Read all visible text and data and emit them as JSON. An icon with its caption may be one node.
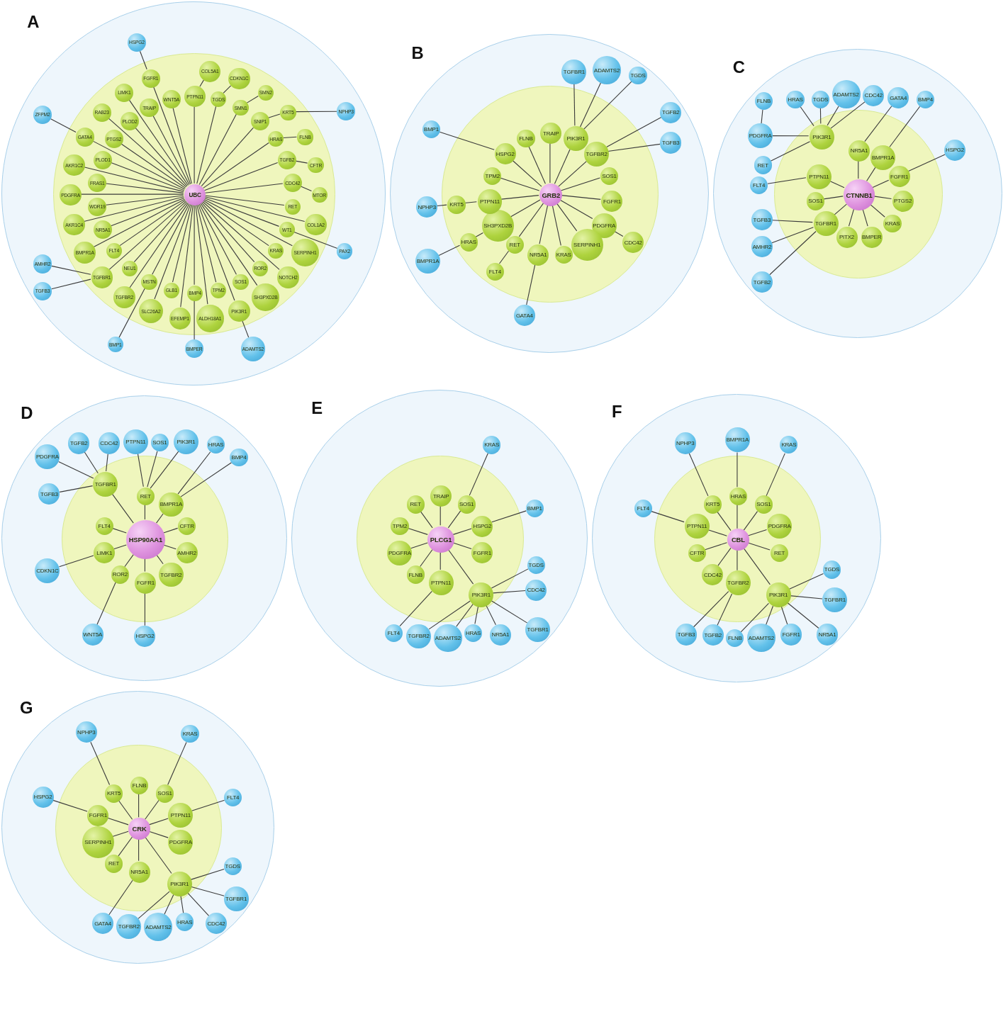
{
  "diagram": {
    "nodes": [
      {
        "text": [
          "A"
        ]
      },
      {
        "text": [],
        "shape": "circle",
        "in": 0
      },
      {
        "text": [
          "UBC"
        ],
        "in": 1
      },
      {
        "text": [
          "COL5A1"
        ],
        "in": 1
      },
      {
        "text": [
          "RET"
        ],
        "in": 1
      },
      {
        "text": [
          "TGFBR1"
        ],
        "in": 1
      },
      {
        "text": [
          "KRAS"
        ],
        "in": 1
      },
      {
        "text": [
          "CDKN1C"
        ],
        "in": 1
      },
      {
        "text": [
          "ROR2"
        ],
        "in": 1
      },
      {
        "text": [
          "NR5A1"
        ],
        "in": 1
      },
      {
        "text": [
          "PTPN11"
        ],
        "in": 1
      },
      {
        "text": [
          "AKR1C4"
        ],
        "in": 1
      },
      {
        "text": [
          "TGDS"
        ],
        "in": 1
      },
      {
        "text": [
          "SOS1"
        ],
        "in": 1
      },
      {
        "text": [
          "AKR1C2"
        ],
        "in": 1
      },
      {
        "text": [
          "WT1"
        ],
        "in": 1
      },
      {
        "text": [
          "PDGFRA"
        ],
        "in": 1
      },
      {
        "text": [
          "SERPINH1"
        ],
        "in": 1
      },
      {
        "text": [
          "TPM2"
        ],
        "in": 1
      },
      {
        "text": [
          "WDR19"
        ],
        "in": 1
      },
      {
        "text": [
          "FRAS1"
        ],
        "in": 1
      },
      {
        "text": [
          "SH3PXD2B"
        ],
        "in": 1
      },
      {
        "text": [
          "BMPR1A"
        ],
        "in": 1
      },
      {
        "text": [
          "SMN1"
        ],
        "in": 1
      },
      {
        "text": [
          "SMN2"
        ],
        "in": 1
      },
      {
        "text": [
          "BMP4"
        ],
        "in": 1
      },
      {
        "text": [
          "KRT5"
        ],
        "in": 1
      },
      {
        "text": [
          "SNIP1"
        ],
        "in": 1
      },
      {
        "text": [
          "TGFBR2"
        ],
        "in": 1
      },
      {
        "text": [
          "HRAS"
        ],
        "in": 1
      },
      {
        "text": [
          "FLNB"
        ],
        "in": 1
      },
      {
        "text": [
          "PLOD1"
        ],
        "in": 1
      },
      {
        "text": [
          "PTGS2"
        ],
        "in": 1
      },
      {
        "text": [
          "PLOD2"
        ],
        "in": 1
      },
      {
        "text": [
          "SLC26A2"
        ],
        "in": 1
      },
      {
        "text": [
          "GLB1"
        ],
        "in": 1
      },
      {
        "text": [
          "ALDH18A1"
        ],
        "in": 1
      },
      {
        "text": [
          "EFEMP1"
        ],
        "in": 1
      },
      {
        "text": [
          "TGFB2"
        ],
        "in": 1
      },
      {
        "text": [
          "TRAIP"
        ],
        "in": 1
      },
      {
        "text": [
          "PIK3R1"
        ],
        "in": 1
      },
      {
        "text": [
          "CDC42"
        ],
        "in": 1
      },
      {
        "text": [
          "WNT5A"
        ],
        "in": 1
      },
      {
        "text": [
          "NOTCH2"
        ],
        "in": 1
      },
      {
        "text": [
          "MTOR"
        ],
        "in": 1
      },
      {
        "text": [
          "CFTR"
        ],
        "in": 1
      },
      {
        "text": [
          "FGFR1"
        ],
        "in": 1
      },
      {
        "text": [
          "LIMK1"
        ],
        "in": 1
      },
      {
        "text": [
          "COL1A2"
        ],
        "in": 1
      },
      {
        "text": [
          "MSTN"
        ],
        "in": 1
      },
      {
        "text": [
          "RAB23"
        ],
        "in": 1
      },
      {
        "text": [
          "GATA4"
        ],
        "in": 1
      },
      {
        "text": [
          "NEU1"
        ],
        "in": 1
      },
      {
        "text": [
          "FLT4"
        ],
        "in": 1
      },
      {
        "text": [
          "TGFB3"
        ],
        "in": 0
      },
      {
        "text": [
          "AMHR2"
        ],
        "in": 0
      },
      {
        "text": [
          "PAX2"
        ],
        "in": 0
      },
      {
        "text": [
          "BMPER"
        ],
        "in": 0
      },
      {
        "text": [
          "NPHP3"
        ],
        "in": 0
      },
      {
        "text": [
          "ADAMTS2"
        ],
        "in": 0
      },
      {
        "text": [
          "HSPG2"
        ],
        "in": 0
      },
      {
        "text": [
          "BMP1"
        ],
        "in": 0
      },
      {
        "text": [
          "ZFPM2"
        ],
        "in": 0
      },
      {
        "text": [
          "B"
        ]
      },
      {
        "text": [],
        "shape": "circle",
        "in": 63
      },
      {
        "text": [
          "GRB2"
        ],
        "in": 64
      },
      {
        "text": [
          "TRAIP"
        ],
        "in": 64
      },
      {
        "text": [
          "PIK3R1"
        ],
        "in": 64
      },
      {
        "text": [
          "TGFBR2"
        ],
        "in": 64
      },
      {
        "text": [
          "SOS1"
        ],
        "in": 64
      },
      {
        "text": [
          "FGFR1"
        ],
        "in": 64
      },
      {
        "text": [
          "CDC42"
        ],
        "in": 64
      },
      {
        "text": [
          "PDGFRA"
        ],
        "in": 64
      },
      {
        "text": [
          "SERPINH1"
        ],
        "in": 64
      },
      {
        "text": [
          "KRAS"
        ],
        "in": 64
      },
      {
        "text": [
          "NR5A1"
        ],
        "in": 64
      },
      {
        "text": [
          "FLT4"
        ],
        "in": 64
      },
      {
        "text": [
          "RET"
        ],
        "in": 64
      },
      {
        "text": [
          "SH3PXD2B"
        ],
        "in": 64
      },
      {
        "text": [
          "HRAS"
        ],
        "in": 64
      },
      {
        "text": [
          "PTPN11"
        ],
        "in": 64
      },
      {
        "text": [
          "TPM2"
        ],
        "in": 64
      },
      {
        "text": [
          "HSPG2"
        ],
        "in": 64
      },
      {
        "text": [
          "FLNB"
        ],
        "in": 64
      },
      {
        "text": [
          "KRT5"
        ],
        "in": 64
      },
      {
        "text": [
          "TGFBR1"
        ],
        "in": 63
      },
      {
        "text": [
          "ADAMTS2"
        ],
        "in": 63
      },
      {
        "text": [
          "TGDS"
        ],
        "in": 63
      },
      {
        "text": [
          "TGFB2"
        ],
        "in": 63
      },
      {
        "text": [
          "TGFB3"
        ],
        "in": 63
      },
      {
        "text": [
          "GATA4"
        ],
        "in": 63
      },
      {
        "text": [
          "BMPR1A"
        ],
        "in": 63
      },
      {
        "text": [
          "BMP1"
        ],
        "in": 63
      },
      {
        "text": [
          "NPHP3"
        ],
        "in": 63
      },
      {
        "text": [
          "C"
        ]
      },
      {
        "text": [],
        "shape": "circle",
        "in": 94
      },
      {
        "text": [
          "CTNNB1"
        ],
        "in": 95
      },
      {
        "text": [
          "NR5A1"
        ],
        "in": 95
      },
      {
        "text": [
          "BMPR1A"
        ],
        "in": 95
      },
      {
        "text": [
          "FGFR1"
        ],
        "in": 95
      },
      {
        "text": [
          "PTGS2"
        ],
        "in": 95
      },
      {
        "text": [
          "KRAS"
        ],
        "in": 95
      },
      {
        "text": [
          "PIK3R1"
        ],
        "in": 95
      },
      {
        "text": [
          "BMPER"
        ],
        "in": 95
      },
      {
        "text": [
          "PITX2"
        ],
        "in": 95
      },
      {
        "text": [
          "TGFBR1"
        ],
        "in": 95
      },
      {
        "text": [
          "SOS1"
        ],
        "in": 95
      },
      {
        "text": [
          "PTPN11"
        ],
        "in": 95
      },
      {
        "text": [
          "RET"
        ],
        "in": 94
      },
      {
        "text": [
          "GATA4"
        ],
        "in": 94
      },
      {
        "text": [
          "BMP4"
        ],
        "in": 94
      },
      {
        "text": [
          "HSPG2"
        ],
        "in": 94
      },
      {
        "text": [
          "FLNB"
        ],
        "in": 94
      },
      {
        "text": [
          "PDGFRA"
        ],
        "in": 94
      },
      {
        "text": [
          "HRAS"
        ],
        "in": 94
      },
      {
        "text": [
          "TGDS"
        ],
        "in": 94
      },
      {
        "text": [
          "TGFB2"
        ],
        "in": 94
      },
      {
        "text": [
          "ADAMTS2"
        ],
        "in": 94
      },
      {
        "text": [
          "AMHR2"
        ],
        "in": 94
      },
      {
        "text": [
          "CDC42"
        ],
        "in": 94
      },
      {
        "text": [
          "TGFB3"
        ],
        "in": 94
      },
      {
        "text": [
          "FLT4"
        ],
        "in": 94
      },
      {
        "text": [
          "D"
        ]
      },
      {
        "text": [],
        "shape": "circle",
        "in": 122
      },
      {
        "text": [
          "HSP90AA1"
        ],
        "in": 123
      },
      {
        "text": [
          "RET"
        ],
        "in": 123
      },
      {
        "text": [
          "BMPR1A"
        ],
        "in": 123
      },
      {
        "text": [
          "CFTR"
        ],
        "in": 123
      },
      {
        "text": [
          "AMHR2"
        ],
        "in": 123
      },
      {
        "text": [
          "TGFBR2"
        ],
        "in": 123
      },
      {
        "text": [
          "FGFR1"
        ],
        "in": 123
      },
      {
        "text": [
          "ROR2"
        ],
        "in": 123
      },
      {
        "text": [
          "LIMK1"
        ],
        "in": 123
      },
      {
        "text": [
          "FLT4"
        ],
        "in": 123
      },
      {
        "text": [
          "TGFBR1"
        ],
        "in": 123
      },
      {
        "text": [
          "HRAS"
        ],
        "in": 122
      },
      {
        "text": [
          "BMP4"
        ],
        "in": 122
      },
      {
        "text": [
          "PTPN11"
        ],
        "in": 122
      },
      {
        "text": [
          "SOS1"
        ],
        "in": 122
      },
      {
        "text": [
          "PIK3R1"
        ],
        "in": 122
      },
      {
        "text": [
          "HSPG2"
        ],
        "in": 122
      },
      {
        "text": [
          "WNT5A"
        ],
        "in": 122
      },
      {
        "text": [
          "CDKN1C"
        ],
        "in": 122
      },
      {
        "text": [
          "TGFB3"
        ],
        "in": 122
      },
      {
        "text": [
          "PDGFRA"
        ],
        "in": 122
      },
      {
        "text": [
          "TGFB2"
        ],
        "in": 122
      },
      {
        "text": [
          "CDC42"
        ],
        "in": 122
      },
      {
        "text": [
          "E"
        ]
      },
      {
        "text": [],
        "shape": "circle",
        "in": 147
      },
      {
        "text": [
          "PLCG1"
        ],
        "in": 148
      },
      {
        "text": [
          "TRAIP"
        ],
        "in": 148
      },
      {
        "text": [
          "SOS1"
        ],
        "in": 148
      },
      {
        "text": [
          "HSPG2"
        ],
        "in": 148
      },
      {
        "text": [
          "FGFR1"
        ],
        "in": 148
      },
      {
        "text": [
          "PIK3R1"
        ],
        "in": 148
      },
      {
        "text": [
          "PTPN11"
        ],
        "in": 148
      },
      {
        "text": [
          "FLNB"
        ],
        "in": 148
      },
      {
        "text": [
          "PDGFRA"
        ],
        "in": 148
      },
      {
        "text": [
          "TPM2"
        ],
        "in": 148
      },
      {
        "text": [
          "RET"
        ],
        "in": 148
      },
      {
        "text": [
          "TGDS"
        ],
        "in": 147
      },
      {
        "text": [
          "KRAS"
        ],
        "in": 147
      },
      {
        "text": [
          "BMP1"
        ],
        "in": 147
      },
      {
        "text": [
          "CDC42"
        ],
        "in": 147
      },
      {
        "text": [
          "TGFBR1"
        ],
        "in": 147
      },
      {
        "text": [
          "NR5A1"
        ],
        "in": 147
      },
      {
        "text": [
          "FLT4"
        ],
        "in": 147
      },
      {
        "text": [
          "HRAS"
        ],
        "in": 147
      },
      {
        "text": [
          "ADAMTS2"
        ],
        "in": 147
      },
      {
        "text": [
          "TGFBR2"
        ],
        "in": 147
      },
      {
        "text": [
          "F"
        ]
      },
      {
        "text": [],
        "shape": "circle",
        "in": 170
      },
      {
        "text": [
          "CBL"
        ],
        "in": 171
      },
      {
        "text": [
          "HRAS"
        ],
        "in": 171
      },
      {
        "text": [
          "SOS1"
        ],
        "in": 171
      },
      {
        "text": [
          "PDGFRA"
        ],
        "in": 171
      },
      {
        "text": [
          "RET"
        ],
        "in": 171
      },
      {
        "text": [
          "PIK3R1"
        ],
        "in": 171
      },
      {
        "text": [
          "TGFBR2"
        ],
        "in": 171
      },
      {
        "text": [
          "CDC42"
        ],
        "in": 171
      },
      {
        "text": [
          "CFTR"
        ],
        "in": 171
      },
      {
        "text": [
          "PTPN11"
        ],
        "in": 171
      },
      {
        "text": [
          "KRT5"
        ],
        "in": 171
      },
      {
        "text": [
          "BMPR1A"
        ],
        "in": 170
      },
      {
        "text": [
          "TGDS"
        ],
        "in": 170
      },
      {
        "text": [
          "KRAS"
        ],
        "in": 170
      },
      {
        "text": [
          "TGFBR1"
        ],
        "in": 170
      },
      {
        "text": [
          "TGFB2"
        ],
        "in": 170
      },
      {
        "text": [
          "NR5A1"
        ],
        "in": 170
      },
      {
        "text": [
          "FGFR1"
        ],
        "in": 170
      },
      {
        "text": [
          "TGFB3"
        ],
        "in": 170
      },
      {
        "text": [
          "ADAMTS2"
        ],
        "in": 170
      },
      {
        "text": [
          "FLT4"
        ],
        "in": 170
      },
      {
        "text": [
          "FLNB"
        ],
        "in": 170
      },
      {
        "text": [
          "NPHP3"
        ],
        "in": 170
      },
      {
        "text": [
          "G"
        ]
      },
      {
        "text": [],
        "shape": "circle",
        "in": 195
      },
      {
        "text": [
          "CRK"
        ],
        "in": 196
      },
      {
        "text": [
          "FLNB"
        ],
        "in": 196
      },
      {
        "text": [
          "SOS1"
        ],
        "in": 196
      },
      {
        "text": [
          "PTPN11"
        ],
        "in": 196
      },
      {
        "text": [
          "PDGFRA"
        ],
        "in": 196
      },
      {
        "text": [
          "PIK3R1"
        ],
        "in": 196
      },
      {
        "text": [
          "NR5A1"
        ],
        "in": 196
      },
      {
        "text": [
          "RET"
        ],
        "in": 196
      },
      {
        "text": [
          "SERPINH1"
        ],
        "in": 196
      },
      {
        "text": [
          "FGFR1"
        ],
        "in": 196
      },
      {
        "text": [
          "KRT5"
        ],
        "in": 196
      },
      {
        "text": [
          "KRAS"
        ],
        "in": 195
      },
      {
        "text": [
          "FLT4"
        ],
        "in": 195
      },
      {
        "text": [
          "TGDS"
        ],
        "in": 195
      },
      {
        "text": [
          "TGFBR1"
        ],
        "in": 195
      },
      {
        "text": [
          "CDC42"
        ],
        "in": 195
      },
      {
        "text": [
          "GATA4"
        ],
        "in": 195
      },
      {
        "text": [
          "HRAS"
        ],
        "in": 195
      },
      {
        "text": [
          "ADAMTS2"
        ],
        "in": 195
      },
      {
        "text": [
          "NPHP3"
        ],
        "in": 195
      },
      {
        "text": [
          "TGFBR2"
        ],
        "in": 195
      },
      {
        "text": [
          "HSPG2"
        ],
        "in": 195
      }
    ],
    "edges": [
      {
        "from": 2,
        "to": 4,
        "arrow": "none"
      },
      {
        "from": 2,
        "to": 5,
        "arrow": "none"
      },
      {
        "from": 2,
        "to": 6,
        "arrow": "none"
      },
      {
        "from": 2,
        "to": 8,
        "arrow": "none"
      },
      {
        "from": 2,
        "to": 9,
        "arrow": "none"
      },
      {
        "from": 2,
        "to": 10,
        "arrow": "none"
      },
      {
        "from": 2,
        "to": 11,
        "arrow": "none"
      },
      {
        "from": 2,
        "to": 12,
        "arrow": "none"
      },
      {
        "from": 2,
        "to": 13,
        "arrow": "none"
      },
      {
        "from": 2,
        "to": 14,
        "arrow": "none"
      },
      {
        "from": 2,
        "to": 15,
        "arrow": "none"
      },
      {
        "from": 2,
        "to": 16,
        "arrow": "none"
      },
      {
        "from": 2,
        "to": 17,
        "arrow": "none"
      },
      {
        "from": 2,
        "to": 18,
        "arrow": "none"
      },
      {
        "from": 2,
        "to": 19,
        "arrow": "none"
      },
      {
        "from": 2,
        "to": 20,
        "arrow": "none"
      },
      {
        "from": 2,
        "to": 21,
        "arrow": "none"
      },
      {
        "from": 2,
        "to": 22,
        "arrow": "none"
      },
      {
        "from": 2,
        "to": 23,
        "arrow": "none"
      },
      {
        "from": 2,
        "to": 25,
        "arrow": "none"
      },
      {
        "from": 2,
        "to": 27,
        "arrow": "none"
      },
      {
        "from": 2,
        "to": 28,
        "arrow": "none"
      },
      {
        "from": 2,
        "to": 29,
        "arrow": "none"
      },
      {
        "from": 2,
        "to": 31,
        "arrow": "none"
      },
      {
        "from": 2,
        "to": 32,
        "arrow": "none"
      },
      {
        "from": 2,
        "to": 33,
        "arrow": "none"
      },
      {
        "from": 2,
        "to": 34,
        "arrow": "none"
      },
      {
        "from": 2,
        "to": 35,
        "arrow": "none"
      },
      {
        "from": 2,
        "to": 36,
        "arrow": "none"
      },
      {
        "from": 2,
        "to": 37,
        "arrow": "none"
      },
      {
        "from": 2,
        "to": 38,
        "arrow": "none"
      },
      {
        "from": 2,
        "to": 39,
        "arrow": "none"
      },
      {
        "from": 2,
        "to": 40,
        "arrow": "none"
      },
      {
        "from": 2,
        "to": 41,
        "arrow": "none"
      },
      {
        "from": 2,
        "to": 42,
        "arrow": "none"
      },
      {
        "from": 2,
        "to": 43,
        "arrow": "none"
      },
      {
        "from": 2,
        "to": 46,
        "arrow": "none"
      },
      {
        "from": 2,
        "to": 47,
        "arrow": "none"
      },
      {
        "from": 2,
        "to": 48,
        "arrow": "none"
      },
      {
        "from": 2,
        "to": 49,
        "arrow": "none"
      },
      {
        "from": 2,
        "to": 50,
        "arrow": "none"
      },
      {
        "from": 2,
        "to": 51,
        "arrow": "none"
      },
      {
        "from": 2,
        "to": 52,
        "arrow": "none"
      },
      {
        "from": 2,
        "to": 53,
        "arrow": "none"
      },
      {
        "from": 10,
        "to": 3,
        "arrow": "none"
      },
      {
        "from": 12,
        "to": 7,
        "arrow": "none"
      },
      {
        "from": 23,
        "to": 24,
        "arrow": "none"
      },
      {
        "from": 27,
        "to": 26,
        "arrow": "none"
      },
      {
        "from": 29,
        "to": 30,
        "arrow": "none"
      },
      {
        "from": 41,
        "to": 44,
        "arrow": "none"
      },
      {
        "from": 38,
        "to": 45,
        "arrow": "none"
      },
      {
        "from": 5,
        "to": 54,
        "arrow": "none"
      },
      {
        "from": 5,
        "to": 55,
        "arrow": "none"
      },
      {
        "from": 15,
        "to": 56,
        "arrow": "none"
      },
      {
        "from": 25,
        "to": 57,
        "arrow": "none"
      },
      {
        "from": 26,
        "to": 58,
        "arrow": "none"
      },
      {
        "from": 40,
        "to": 59,
        "arrow": "none"
      },
      {
        "from": 46,
        "to": 60,
        "arrow": "none"
      },
      {
        "from": 49,
        "to": 61,
        "arrow": "none"
      },
      {
        "from": 51,
        "to": 62,
        "arrow": "none"
      },
      {
        "from": 65,
        "to": 66,
        "arrow": "none"
      },
      {
        "from": 65,
        "to": 67,
        "arrow": "none"
      },
      {
        "from": 65,
        "to": 68,
        "arrow": "none"
      },
      {
        "from": 65,
        "to": 69,
        "arrow": "none"
      },
      {
        "from": 65,
        "to": 70,
        "arrow": "none"
      },
      {
        "from": 65,
        "to": 72,
        "arrow": "none"
      },
      {
        "from": 65,
        "to": 73,
        "arrow": "none"
      },
      {
        "from": 65,
        "to": 74,
        "arrow": "none"
      },
      {
        "from": 65,
        "to": 75,
        "arrow": "none"
      },
      {
        "from": 65,
        "to": 77,
        "arrow": "none"
      },
      {
        "from": 65,
        "to": 78,
        "arrow": "none"
      },
      {
        "from": 65,
        "to": 80,
        "arrow": "none"
      },
      {
        "from": 65,
        "to": 81,
        "arrow": "none"
      },
      {
        "from": 65,
        "to": 82,
        "arrow": "none"
      },
      {
        "from": 65,
        "to": 83,
        "arrow": "none"
      },
      {
        "from": 72,
        "to": 71,
        "arrow": "none"
      },
      {
        "from": 77,
        "to": 76,
        "arrow": "none"
      },
      {
        "from": 78,
        "to": 79,
        "arrow": "none"
      },
      {
        "from": 80,
        "to": 84,
        "arrow": "none"
      },
      {
        "from": 67,
        "to": 85,
        "arrow": "none"
      },
      {
        "from": 67,
        "to": 86,
        "arrow": "none"
      },
      {
        "from": 67,
        "to": 87,
        "arrow": "none"
      },
      {
        "from": 68,
        "to": 88,
        "arrow": "none"
      },
      {
        "from": 68,
        "to": 89,
        "arrow": "none"
      },
      {
        "from": 75,
        "to": 90,
        "arrow": "none"
      },
      {
        "from": 79,
        "to": 91,
        "arrow": "none"
      },
      {
        "from": 82,
        "to": 92,
        "arrow": "none"
      },
      {
        "from": 84,
        "to": 93,
        "arrow": "none"
      },
      {
        "from": 96,
        "to": 97,
        "arrow": "none"
      },
      {
        "from": 96,
        "to": 98,
        "arrow": "none"
      },
      {
        "from": 96,
        "to": 99,
        "arrow": "none"
      },
      {
        "from": 96,
        "to": 100,
        "arrow": "none"
      },
      {
        "from": 96,
        "to": 101,
        "arrow": "none"
      },
      {
        "from": 96,
        "to": 103,
        "arrow": "none"
      },
      {
        "from": 96,
        "to": 104,
        "arrow": "none"
      },
      {
        "from": 96,
        "to": 105,
        "arrow": "none"
      },
      {
        "from": 96,
        "to": 106,
        "arrow": "none"
      },
      {
        "from": 96,
        "to": 107,
        "arrow": "none"
      },
      {
        "from": 97,
        "to": 109,
        "arrow": "none"
      },
      {
        "from": 98,
        "to": 110,
        "arrow": "none"
      },
      {
        "from": 99,
        "to": 111,
        "arrow": "none"
      },
      {
        "from": 102,
        "to": 108,
        "arrow": "none"
      },
      {
        "from": 102,
        "to": 113,
        "arrow": "none"
      },
      {
        "from": 102,
        "to": 114,
        "arrow": "none"
      },
      {
        "from": 102,
        "to": 115,
        "arrow": "none"
      },
      {
        "from": 102,
        "to": 117,
        "arrow": "none"
      },
      {
        "from": 102,
        "to": 119,
        "arrow": "none"
      },
      {
        "from": 113,
        "to": 112,
        "arrow": "none"
      },
      {
        "from": 105,
        "to": 116,
        "arrow": "none"
      },
      {
        "from": 105,
        "to": 118,
        "arrow": "none"
      },
      {
        "from": 105,
        "to": 120,
        "arrow": "none"
      },
      {
        "from": 107,
        "to": 121,
        "arrow": "none"
      },
      {
        "from": 124,
        "to": 125,
        "arrow": "none"
      },
      {
        "from": 124,
        "to": 126,
        "arrow": "none"
      },
      {
        "from": 124,
        "to": 127,
        "arrow": "none"
      },
      {
        "from": 124,
        "to": 128,
        "arrow": "none"
      },
      {
        "from": 124,
        "to": 129,
        "arrow": "none"
      },
      {
        "from": 124,
        "to": 130,
        "arrow": "none"
      },
      {
        "from": 124,
        "to": 131,
        "arrow": "none"
      },
      {
        "from": 124,
        "to": 132,
        "arrow": "none"
      },
      {
        "from": 124,
        "to": 133,
        "arrow": "none"
      },
      {
        "from": 124,
        "to": 134,
        "arrow": "none"
      },
      {
        "from": 125,
        "to": 137,
        "arrow": "none"
      },
      {
        "from": 125,
        "to": 138,
        "arrow": "none"
      },
      {
        "from": 125,
        "to": 139,
        "arrow": "none"
      },
      {
        "from": 126,
        "to": 135,
        "arrow": "none"
      },
      {
        "from": 126,
        "to": 136,
        "arrow": "none"
      },
      {
        "from": 130,
        "to": 140,
        "arrow": "none"
      },
      {
        "from": 131,
        "to": 141,
        "arrow": "none"
      },
      {
        "from": 132,
        "to": 142,
        "arrow": "none"
      },
      {
        "from": 134,
        "to": 143,
        "arrow": "none"
      },
      {
        "from": 134,
        "to": 144,
        "arrow": "none"
      },
      {
        "from": 134,
        "to": 145,
        "arrow": "none"
      },
      {
        "from": 134,
        "to": 146,
        "arrow": "none"
      },
      {
        "from": 149,
        "to": 150,
        "arrow": "none"
      },
      {
        "from": 149,
        "to": 151,
        "arrow": "none"
      },
      {
        "from": 149,
        "to": 152,
        "arrow": "none"
      },
      {
        "from": 149,
        "to": 153,
        "arrow": "none"
      },
      {
        "from": 149,
        "to": 154,
        "arrow": "none"
      },
      {
        "from": 149,
        "to": 155,
        "arrow": "none"
      },
      {
        "from": 149,
        "to": 156,
        "arrow": "none"
      },
      {
        "from": 149,
        "to": 157,
        "arrow": "none"
      },
      {
        "from": 149,
        "to": 158,
        "arrow": "none"
      },
      {
        "from": 149,
        "to": 159,
        "arrow": "none"
      },
      {
        "from": 151,
        "to": 161,
        "arrow": "none"
      },
      {
        "from": 152,
        "to": 162,
        "arrow": "none"
      },
      {
        "from": 155,
        "to": 166,
        "arrow": "none"
      },
      {
        "from": 154,
        "to": 160,
        "arrow": "none"
      },
      {
        "from": 154,
        "to": 163,
        "arrow": "none"
      },
      {
        "from": 154,
        "to": 164,
        "arrow": "none"
      },
      {
        "from": 154,
        "to": 165,
        "arrow": "none"
      },
      {
        "from": 154,
        "to": 167,
        "arrow": "none"
      },
      {
        "from": 154,
        "to": 168,
        "arrow": "none"
      },
      {
        "from": 154,
        "to": 169,
        "arrow": "none"
      },
      {
        "from": 172,
        "to": 173,
        "arrow": "none"
      },
      {
        "from": 172,
        "to": 174,
        "arrow": "none"
      },
      {
        "from": 172,
        "to": 175,
        "arrow": "none"
      },
      {
        "from": 172,
        "to": 176,
        "arrow": "none"
      },
      {
        "from": 172,
        "to": 177,
        "arrow": "none"
      },
      {
        "from": 172,
        "to": 178,
        "arrow": "none"
      },
      {
        "from": 172,
        "to": 179,
        "arrow": "none"
      },
      {
        "from": 172,
        "to": 180,
        "arrow": "none"
      },
      {
        "from": 172,
        "to": 181,
        "arrow": "none"
      },
      {
        "from": 172,
        "to": 182,
        "arrow": "none"
      },
      {
        "from": 173,
        "to": 183,
        "arrow": "none"
      },
      {
        "from": 174,
        "to": 185,
        "arrow": "none"
      },
      {
        "from": 178,
        "to": 187,
        "arrow": "none"
      },
      {
        "from": 178,
        "to": 190,
        "arrow": "none"
      },
      {
        "from": 181,
        "to": 192,
        "arrow": "none"
      },
      {
        "from": 182,
        "to": 194,
        "arrow": "none"
      },
      {
        "from": 177,
        "to": 184,
        "arrow": "none"
      },
      {
        "from": 177,
        "to": 186,
        "arrow": "none"
      },
      {
        "from": 177,
        "to": 188,
        "arrow": "none"
      },
      {
        "from": 177,
        "to": 189,
        "arrow": "none"
      },
      {
        "from": 177,
        "to": 191,
        "arrow": "none"
      },
      {
        "from": 177,
        "to": 193,
        "arrow": "none"
      },
      {
        "from": 197,
        "to": 198,
        "arrow": "none"
      },
      {
        "from": 197,
        "to": 199,
        "arrow": "none"
      },
      {
        "from": 197,
        "to": 200,
        "arrow": "none"
      },
      {
        "from": 197,
        "to": 201,
        "arrow": "none"
      },
      {
        "from": 197,
        "to": 202,
        "arrow": "none"
      },
      {
        "from": 197,
        "to": 203,
        "arrow": "none"
      },
      {
        "from": 197,
        "to": 204,
        "arrow": "none"
      },
      {
        "from": 197,
        "to": 205,
        "arrow": "none"
      },
      {
        "from": 197,
        "to": 206,
        "arrow": "none"
      },
      {
        "from": 197,
        "to": 207,
        "arrow": "none"
      },
      {
        "from": 199,
        "to": 208,
        "arrow": "none"
      },
      {
        "from": 200,
        "to": 209,
        "arrow": "none"
      },
      {
        "from": 203,
        "to": 213,
        "arrow": "none"
      },
      {
        "from": 207,
        "to": 216,
        "arrow": "none"
      },
      {
        "from": 206,
        "to": 218,
        "arrow": "none"
      },
      {
        "from": 202,
        "to": 210,
        "arrow": "none"
      },
      {
        "from": 202,
        "to": 211,
        "arrow": "none"
      },
      {
        "from": 202,
        "to": 212,
        "arrow": "none"
      },
      {
        "from": 202,
        "to": 214,
        "arrow": "none"
      },
      {
        "from": 202,
        "to": 215,
        "arrow": "none"
      },
      {
        "from": 202,
        "to": 217,
        "arrow": "none"
      }
    ]
  }
}
